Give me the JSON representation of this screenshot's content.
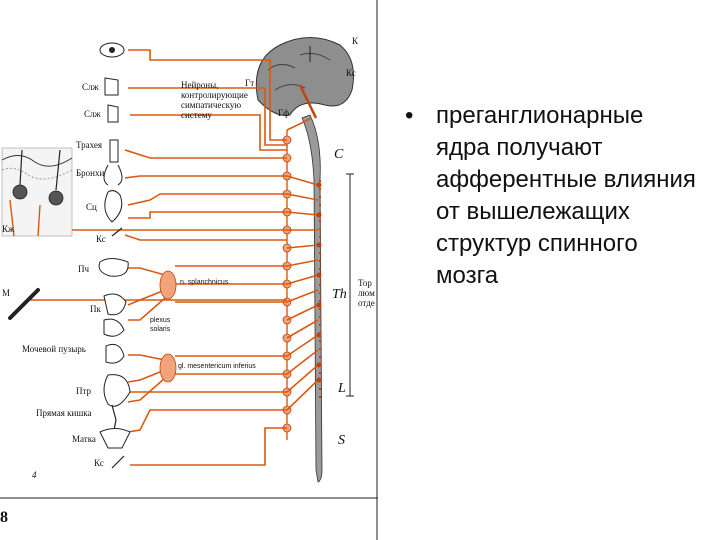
{
  "figure": {
    "labels": {
      "k": "К",
      "ks_top": "Кс",
      "gt": "Гт",
      "gf": "Гф",
      "neurons": "Нейроны,",
      "neurons2": "контролирующие",
      "neurons3": "симпатическую",
      "neurons4": "систему",
      "slzh1": "Слж",
      "slzh2": "Слж",
      "trachea": "Трахея",
      "bronchi": "Бронхи",
      "heart": "Сц",
      "kzh": "Кж",
      "ks_mid": "Кс",
      "liver": "Пч",
      "m": "М",
      "pancreas": "Пк",
      "splanchnic": "n. splanchnicus",
      "plexus1": "plexus",
      "plexus2": "solaris",
      "bladder": "Мочевой пузырь",
      "mesenteric": "gl. mesentericum inferius",
      "ptr": "Птр",
      "rectum": "Прямая кишка",
      "uterus": "Матка",
      "ks_low": "Кс",
      "seg_c": "C",
      "seg_th": "Th",
      "seg_l": "L",
      "seg_s": "S",
      "side1": "Тор",
      "side2": "люм",
      "side3": "отде",
      "page_num": "8",
      "corner": "4"
    }
  },
  "bullet": {
    "mark": "•",
    "text": "преганглионарные ядра получают афферентные влияния от вышележащих структур спинного мозга"
  },
  "colors": {
    "nerve": "#d85a10",
    "ganglion": "#f3a37a",
    "text": "#111111"
  }
}
